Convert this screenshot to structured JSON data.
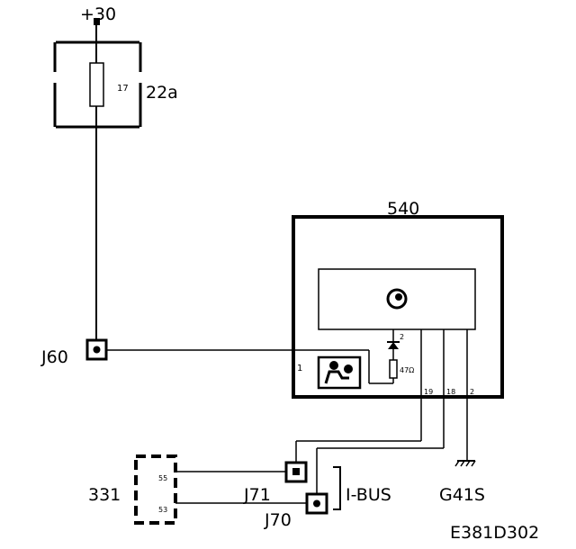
{
  "supply": {
    "label": "+30"
  },
  "fuse": {
    "component_id": "22a",
    "fuse_number": "17"
  },
  "module": {
    "component_id": "540",
    "pins": {
      "power": "1",
      "bus_a": "19",
      "bus_b": "18",
      "ground": "2"
    },
    "resistor_label": "47Ω",
    "diode_label": "2"
  },
  "connector_331": {
    "component_id": "331",
    "pins": {
      "top": "55",
      "bottom": "53"
    }
  },
  "junctions": {
    "j60": "J60",
    "j71": "J71",
    "j70": "J70"
  },
  "bus_label": "I-BUS",
  "ground_label": "G41S",
  "figure_id": "E381D302"
}
